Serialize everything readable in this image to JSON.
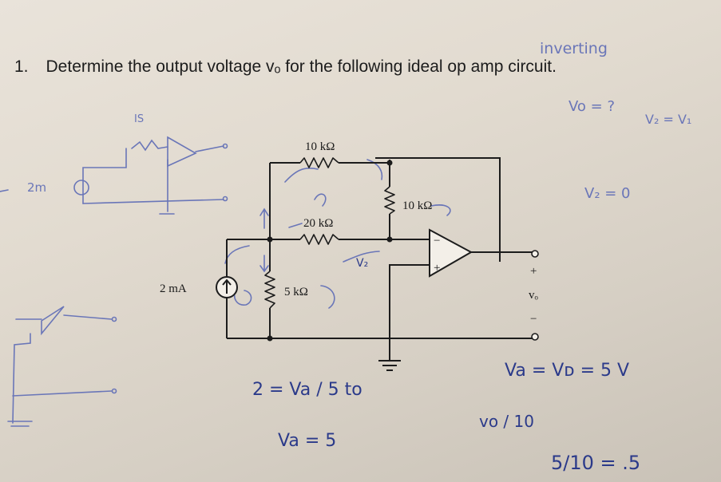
{
  "question": {
    "number": "1.",
    "text": "Determine the output voltage vₒ for the following ideal op amp circuit."
  },
  "circuit": {
    "r_top": "10 kΩ",
    "r_mid": "20 kΩ",
    "r_right": "10 kΩ",
    "r_shunt": "5 kΩ",
    "source": "2 mA",
    "out_plus": "+",
    "out_label": "vₒ",
    "out_minus": "−",
    "opamp_minus": "−",
    "opamp_plus": "+"
  },
  "annotations": {
    "inverting": "inverting",
    "vo_q": "Vo = ?",
    "v2v1": "V₂ = V₁",
    "v2zero": "V₂ = 0",
    "is": "IS",
    "twom": "2m",
    "va_eq": "Va = Vᴅ = 5 V",
    "vo_10": "vo / 10",
    "two_va": "2 = Va / 5 to",
    "va5": "Va = 5",
    "final": "5/10 = .5",
    "v2": "V₂",
    "r_note": "2"
  },
  "colors": {
    "ink": "#2b3a8a",
    "paper": "#e6e0d6",
    "print": "#1c1c1c"
  }
}
